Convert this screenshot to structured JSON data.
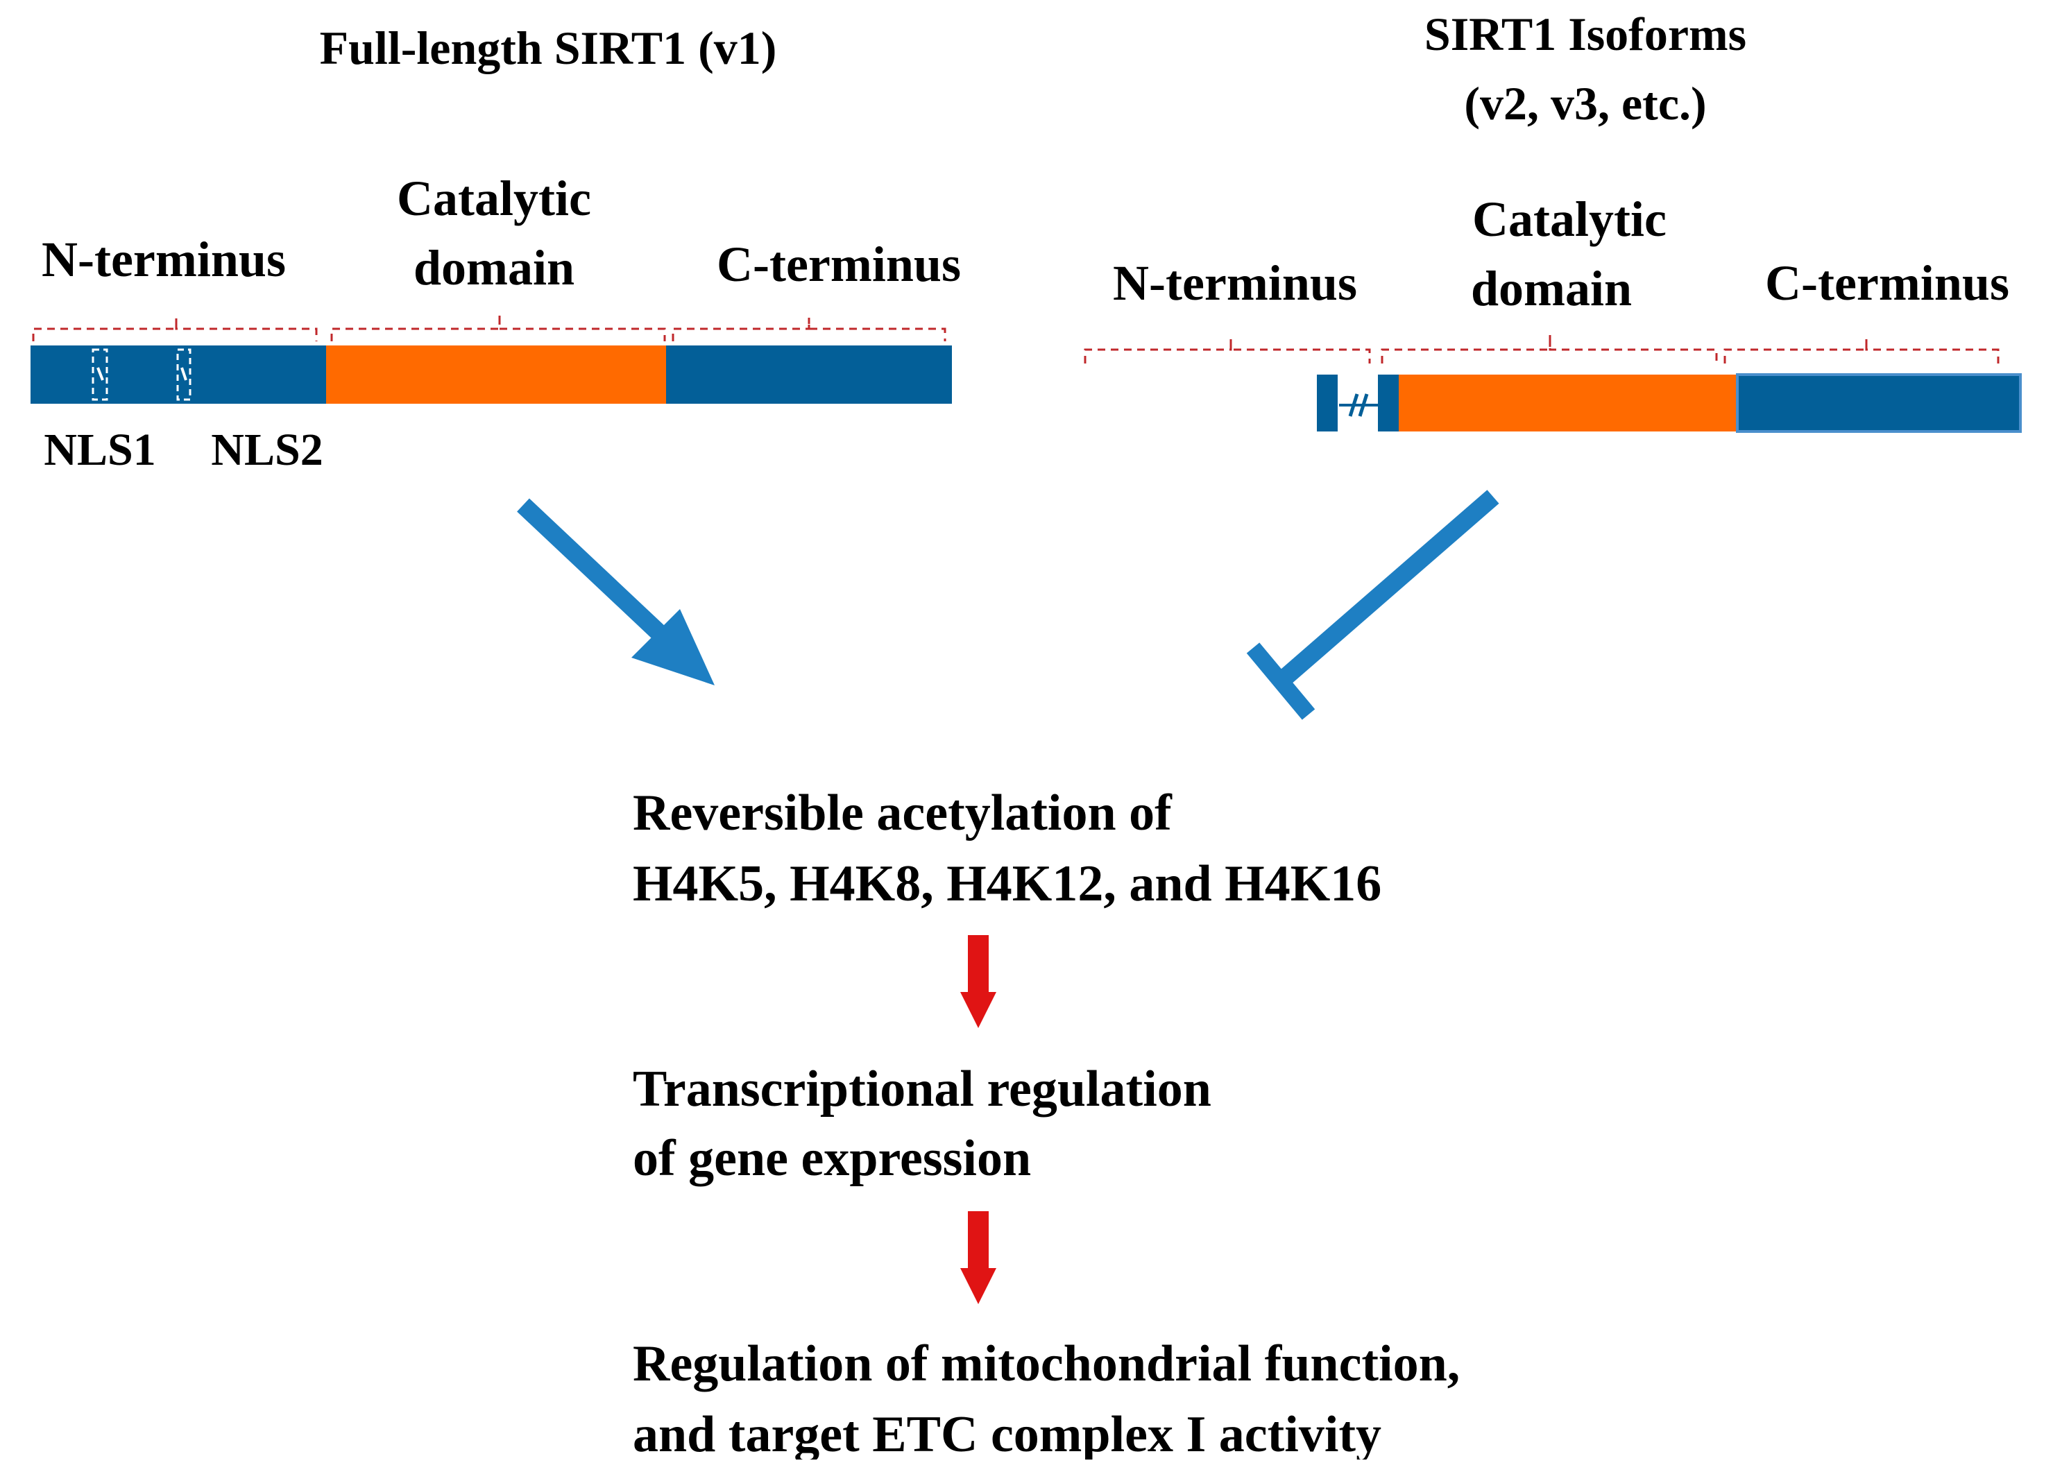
{
  "colors": {
    "domain_blue": "#035f98",
    "catalytic_orange": "#ff6a00",
    "connector_blue": "#1e7fc3",
    "flow_red": "#e01414",
    "bracket_red": "#c0282b"
  },
  "full_length": {
    "title": "Full-length SIRT1 (v1)",
    "n_terminus": "N-terminus",
    "catalytic_line1": "Catalytic",
    "catalytic_line2": "domain",
    "c_terminus": "C-terminus",
    "nls1": "NLS1",
    "nls2": "NLS2"
  },
  "isoforms": {
    "title_line1": "SIRT1 Isoforms",
    "title_line2": "(v2, v3, etc.)",
    "n_terminus": "N-terminus",
    "catalytic_line1": "Catalytic",
    "catalytic_line2": "domain",
    "c_terminus": "C-terminus"
  },
  "connectors": [
    {
      "from": "full_length",
      "to": "acetylation",
      "type": "activation arrow"
    },
    {
      "from": "isoforms",
      "to": "acetylation",
      "type": "inhibition"
    }
  ],
  "flow": {
    "step1_line1": "Reversible acetylation of",
    "step1_line2": "H4K5, H4K8, H4K12, and H4K16",
    "step2_line1": "Transcriptional regulation",
    "step2_line2": "of gene expression",
    "step3_line1": "Regulation of mitochondrial function,",
    "step3_line2": "and target ETC complex I activity"
  }
}
